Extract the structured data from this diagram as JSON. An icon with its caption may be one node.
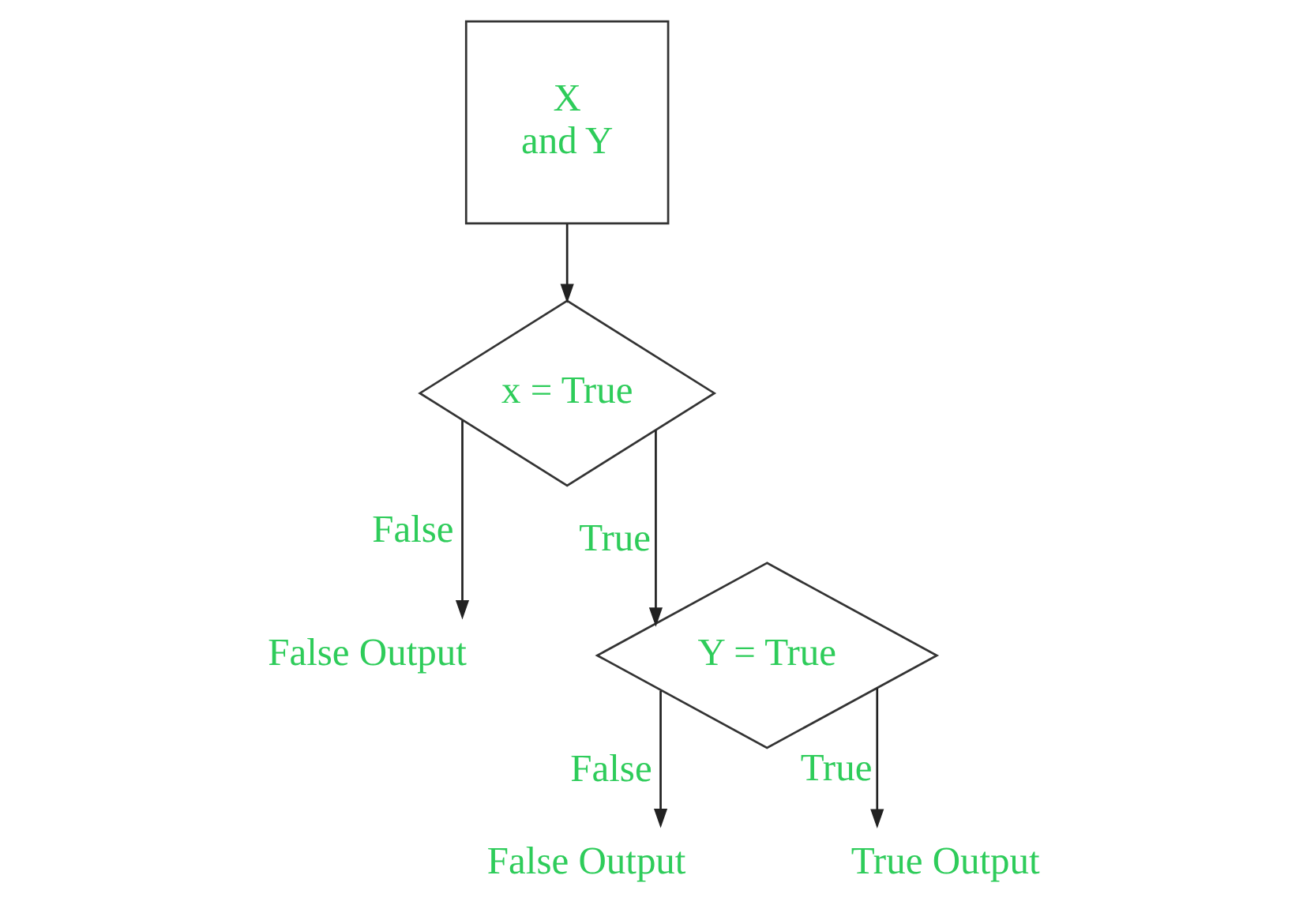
{
  "diagram": {
    "nodes": [
      {
        "text": [
          "X and Y"
        ]
      },
      {
        "text": [
          "x = True"
        ]
      },
      {
        "text": [
          "False Output"
        ]
      },
      {
        "text": [
          "Y = True"
        ]
      },
      {
        "text": [
          "False Output"
        ]
      },
      {
        "text": [
          "True Output"
        ]
      }
    ],
    "edges": [
      {
        "from": 0,
        "to": 1,
        "arrow": "to"
      },
      {
        "from": 1,
        "to": 2,
        "arrow": "to",
        "label": "False"
      },
      {
        "from": 1,
        "to": 3,
        "arrow": "to",
        "label": "True"
      },
      {
        "from": 3,
        "to": 4,
        "arrow": "to",
        "label": "False"
      },
      {
        "from": 3,
        "to": 5,
        "arrow": "to",
        "label": "True"
      }
    ]
  }
}
